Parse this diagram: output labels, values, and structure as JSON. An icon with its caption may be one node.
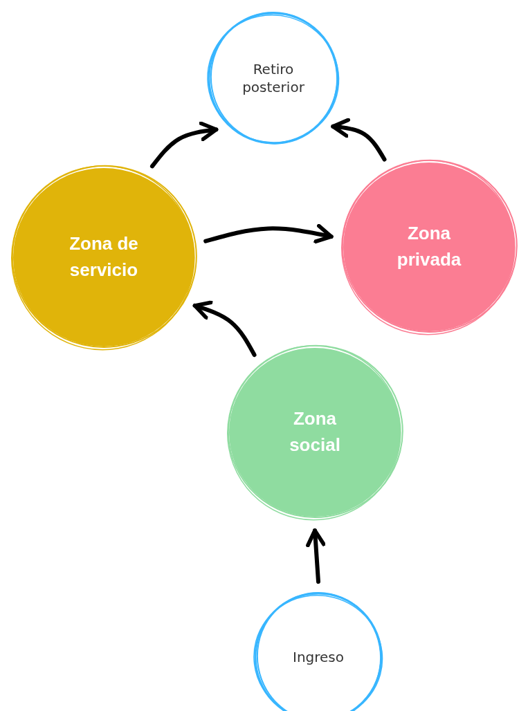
{
  "diagram": {
    "nodes": [
      {
        "text": [
          "Retiro posterior"
        ]
      },
      {
        "text": [
          "Zona de servicio"
        ]
      },
      {
        "text": [
          "Zona privada"
        ]
      },
      {
        "text": [
          "Zona social"
        ]
      },
      {
        "text": [
          "Ingreso"
        ]
      }
    ],
    "edges": [
      {
        "from": 1,
        "to": 0,
        "arrow": "to"
      },
      {
        "from": 2,
        "to": 0,
        "arrow": "to"
      },
      {
        "from": 1,
        "to": 2,
        "arrow": "to"
      },
      {
        "from": 3,
        "to": 1,
        "arrow": "to"
      },
      {
        "from": 4,
        "to": 3,
        "arrow": "to"
      }
    ]
  }
}
